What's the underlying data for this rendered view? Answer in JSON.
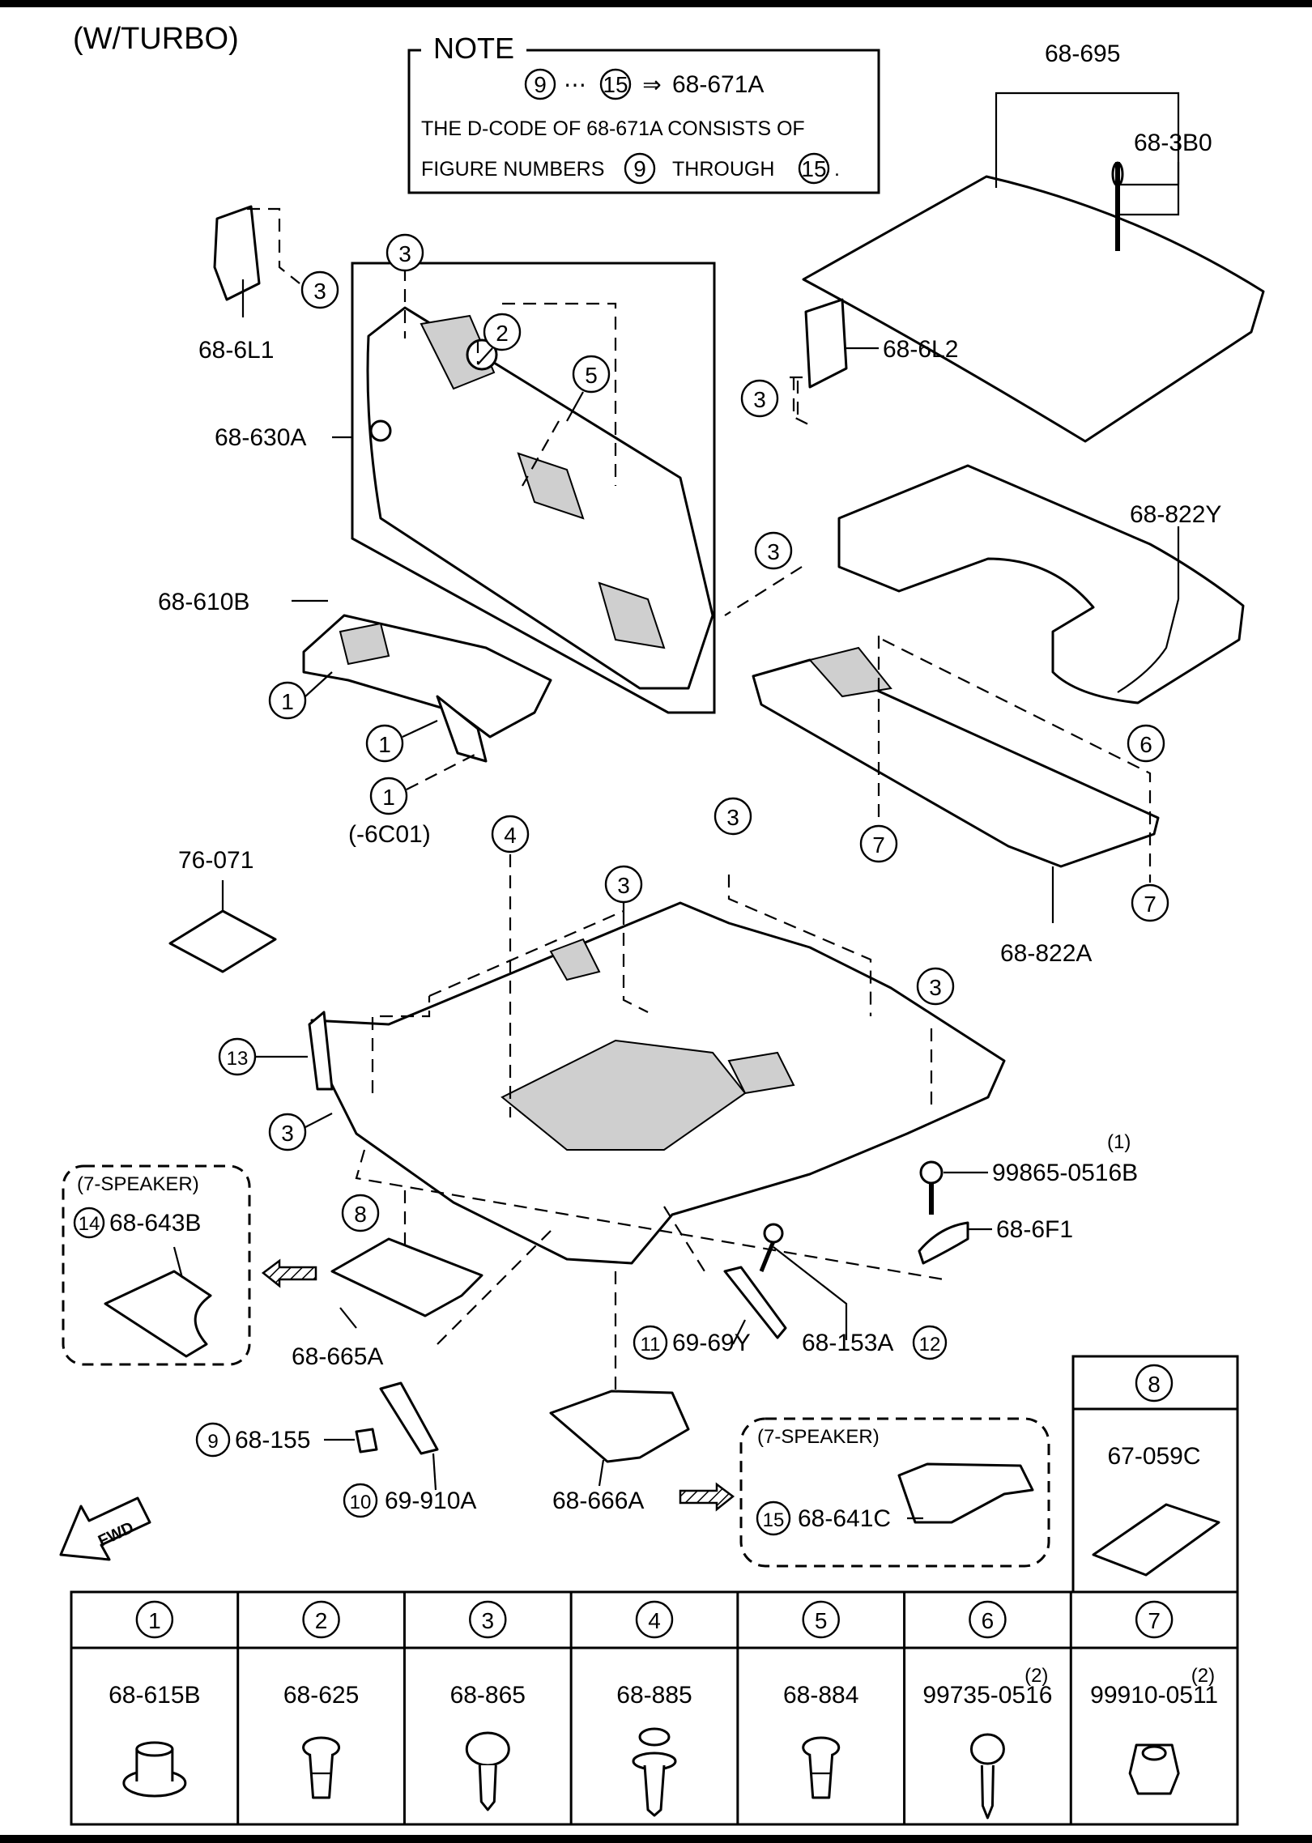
{
  "title": "(W/TURBO)",
  "note": {
    "heading": "NOTE",
    "range_from": "9",
    "range_sep": "⋯",
    "range_to": "15",
    "arrow": "⇒",
    "range_code": "68-671A",
    "line1": "THE D-CODE OF  68-671A  CONSISTS OF",
    "line2_a": "FIGURE NUMBERS",
    "line2_n1": "9",
    "line2_b": "THROUGH",
    "line2_n2": "15",
    "line2_end": "."
  },
  "labels": {
    "p68_695": "68-695",
    "p68_3B0": "68-3B0",
    "p68_6L1": "68-6L1",
    "p68_630A": "68-630A",
    "p68_6L2": "68-6L2",
    "p68_822Y": "68-822Y",
    "p68_610B": "68-610B",
    "p6C01": "(-6C01)",
    "p76_071": "76-071",
    "p68_822A": "68-822A",
    "qty1": "(1)",
    "p99865": "99865-0516B",
    "p68_6F1": "68-6F1",
    "speaker": "(7-SPEAKER)",
    "p68_643B": "68-643B",
    "p68_665A": "68-665A",
    "p69_69Y": "69-69Y",
    "p68_153A": "68-153A",
    "p68_155": "68-155",
    "p69_910A": "69-910A",
    "p68_666A": "68-666A",
    "p68_641C": "68-641C",
    "p67_059C": "67-059C",
    "fwd": "FWD"
  },
  "callouts": [
    "1",
    "2",
    "3",
    "4",
    "5",
    "6",
    "7",
    "8",
    "9",
    "10",
    "11",
    "12",
    "13",
    "14",
    "15"
  ],
  "fastener_table": [
    {
      "num": "1",
      "code": "68-615B",
      "qty": "",
      "icon": "push-retainer-icon"
    },
    {
      "num": "2",
      "code": "68-625",
      "qty": "",
      "icon": "clip-icon"
    },
    {
      "num": "3",
      "code": "68-865",
      "qty": "",
      "icon": "push-pin-icon"
    },
    {
      "num": "4",
      "code": "68-885",
      "qty": "",
      "icon": "rivet-clip-icon"
    },
    {
      "num": "5",
      "code": "68-884",
      "qty": "",
      "icon": "clip-icon"
    },
    {
      "num": "6",
      "code": "99735-0516",
      "qty": "(2)",
      "icon": "screw-icon"
    },
    {
      "num": "7",
      "code": "99910-0511",
      "qty": "(2)",
      "icon": "nut-icon"
    }
  ]
}
